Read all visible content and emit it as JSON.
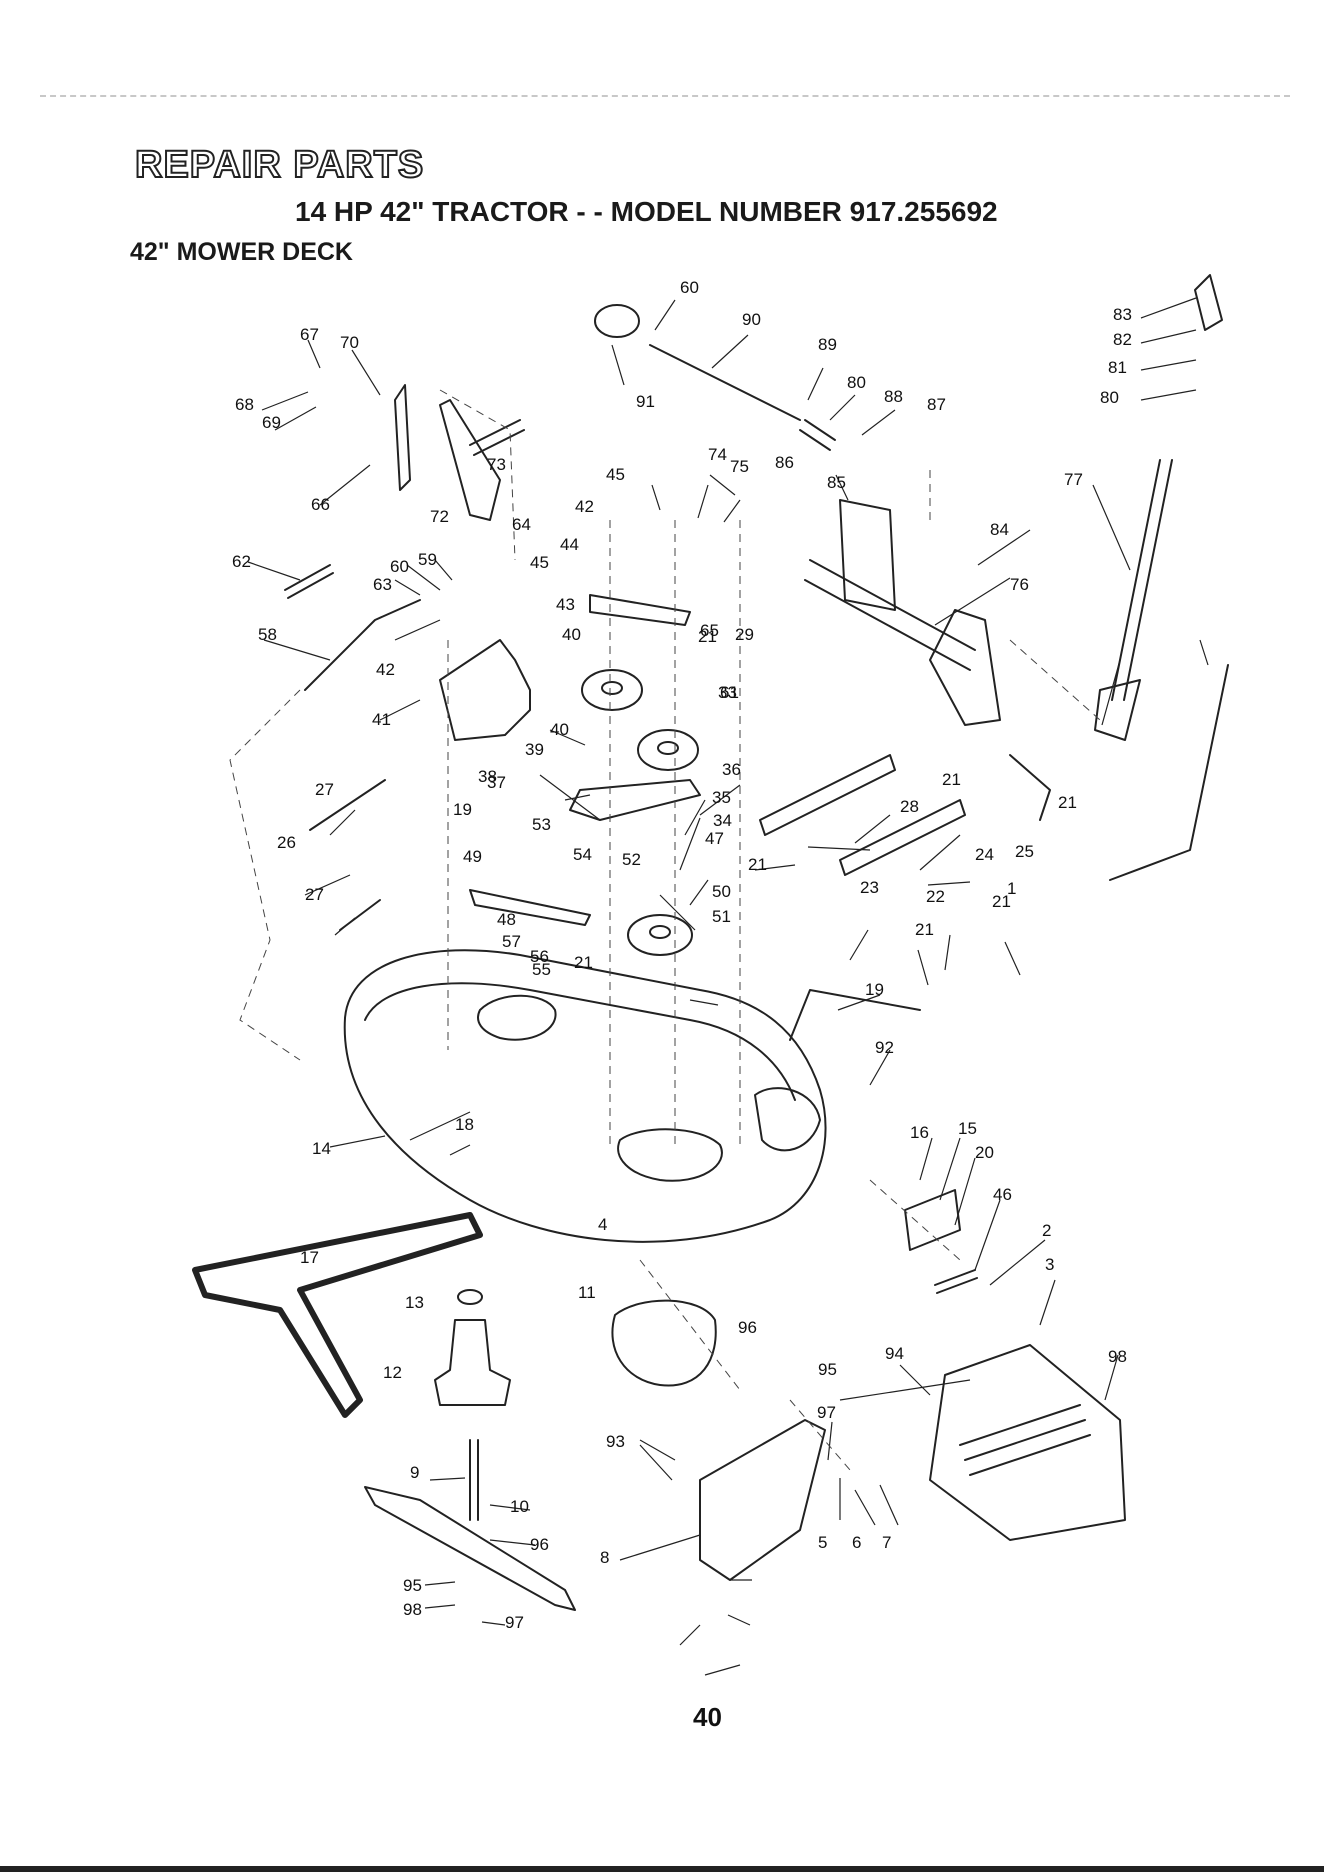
{
  "header": {
    "title": "REPAIR PARTS",
    "subtitle": "14 HP 42\" TRACTOR - - MODEL NUMBER 917.255692",
    "section": "42\" MOWER DECK"
  },
  "page_number": "40",
  "callouts": [
    "60",
    "90",
    "91",
    "89",
    "80",
    "88",
    "87",
    "83",
    "82",
    "81",
    "80",
    "67",
    "70",
    "68",
    "69",
    "66",
    "72",
    "73",
    "64",
    "45",
    "74",
    "75",
    "86",
    "85",
    "84",
    "76",
    "77",
    "42",
    "45",
    "44",
    "43",
    "40",
    "21",
    "29",
    "65",
    "61",
    "62",
    "60",
    "59",
    "63",
    "58",
    "42",
    "41",
    "33",
    "40",
    "39",
    "38",
    "37",
    "36",
    "35",
    "34",
    "47",
    "50",
    "51",
    "52",
    "54",
    "53",
    "19",
    "49",
    "48",
    "57",
    "56",
    "55",
    "21",
    "27",
    "26",
    "27",
    "21",
    "28",
    "21",
    "24",
    "25",
    "21",
    "23",
    "22",
    "21",
    "1",
    "21",
    "19",
    "92",
    "14",
    "18",
    "16",
    "15",
    "20",
    "46",
    "2",
    "3",
    "4",
    "11",
    "17",
    "13",
    "12",
    "96",
    "94",
    "95",
    "98",
    "97",
    "93",
    "5",
    "6",
    "7",
    "8",
    "9",
    "10",
    "96",
    "95",
    "98",
    "97"
  ]
}
